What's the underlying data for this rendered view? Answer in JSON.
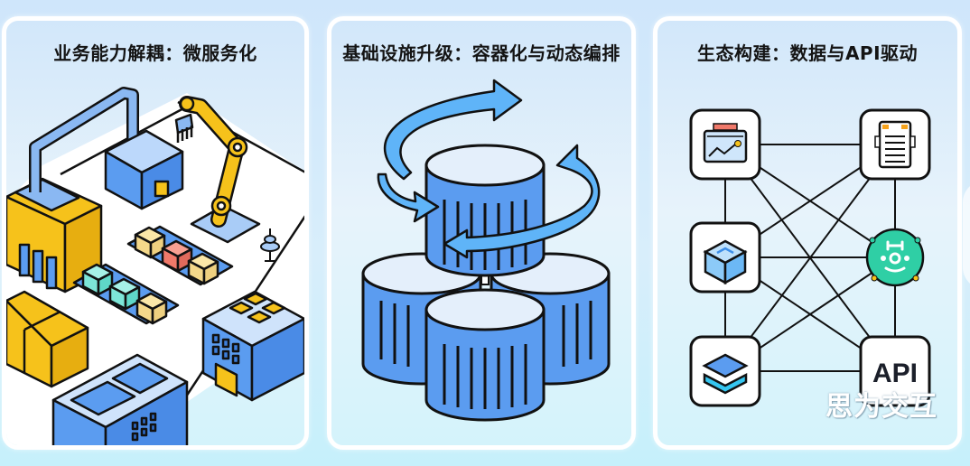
{
  "panels": [
    {
      "title": "业务能力解耦：微服务化",
      "illustration": "isometric-factory-with-robot-arm-and-buildings"
    },
    {
      "title": "基础设施升级：容器化与动态编排",
      "illustration": "rotating-cylinders-cluster"
    },
    {
      "title": "生态构建：数据与API驱动",
      "illustration": "connected-node-network",
      "nodes": [
        {
          "id": "dashboard",
          "icon": "dashboard-chart-icon"
        },
        {
          "id": "document",
          "icon": "document-server-icon"
        },
        {
          "id": "cube",
          "icon": "cube-icon"
        },
        {
          "id": "hub",
          "icon": "robot-hub-icon"
        },
        {
          "id": "layers",
          "icon": "layers-icon"
        },
        {
          "id": "api",
          "icon": "api-icon",
          "label": "API"
        }
      ]
    }
  ],
  "watermark": "思为交互",
  "colors": {
    "blue": "#5b9cf0",
    "light_blue": "#cfe3fb",
    "yellow": "#f6c21b",
    "teal": "#2fcfa5",
    "red": "#f0796a",
    "cream": "#fbe7a8",
    "mint": "#7de6d8",
    "outline": "#111111"
  }
}
